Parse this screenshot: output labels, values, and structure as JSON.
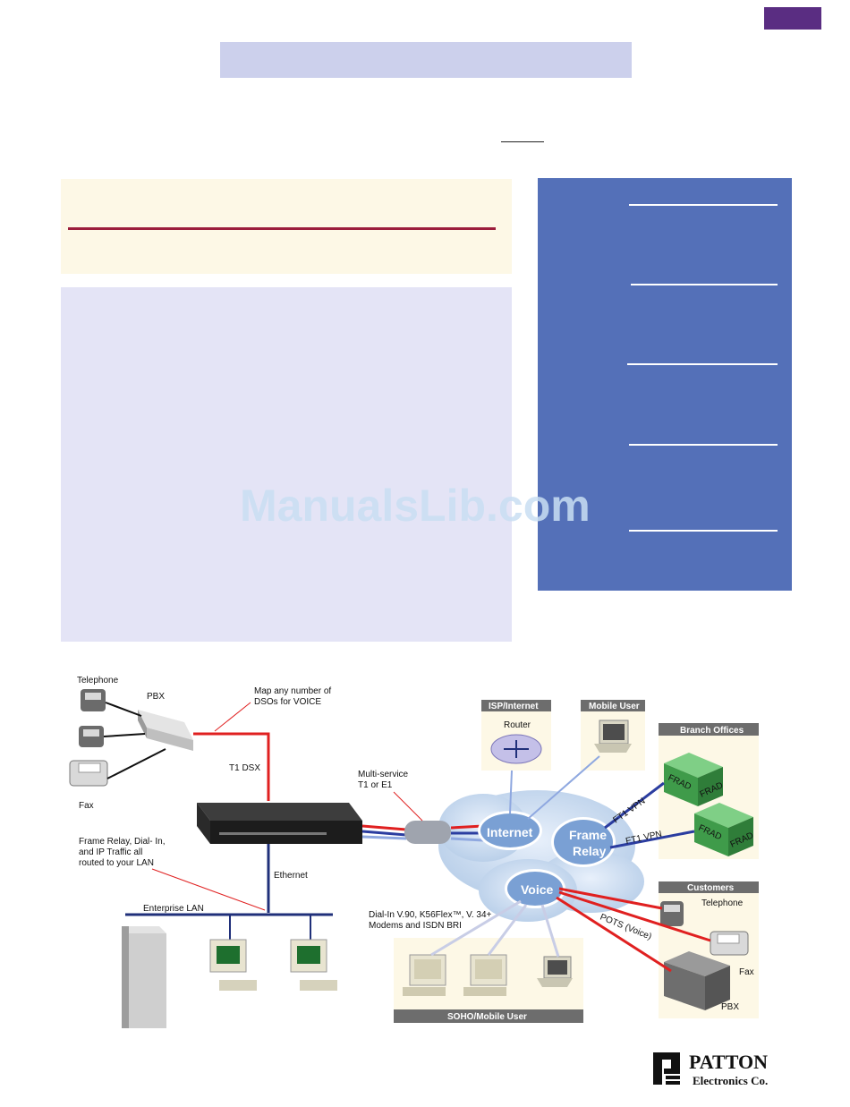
{
  "watermark": "ManualsLib.com",
  "diagram": {
    "telephone": "Telephone",
    "pbx": "PBX",
    "fax": "Fax",
    "map_ds0": [
      "Map any number of",
      "DSOs for VOICE"
    ],
    "t1dsx": "T1 DSX",
    "multiservice": [
      "Multi-service",
      "T1 or E1"
    ],
    "frame_relay_note": [
      "Frame Relay, Dial- In,",
      "and IP Traffic all",
      "routed to your LAN"
    ],
    "ethernet": "Ethernet",
    "enterprise_lan": "Enterprise LAN",
    "isp_header": "ISP/Internet",
    "router": "Router",
    "mobile_header": "Mobile User",
    "branch_header": "Branch Offices",
    "frad": "FRAD",
    "ft1_vpn": "FT1 VPN",
    "cloud_internet": "Internet",
    "cloud_frame": "Frame",
    "cloud_relay": "Relay",
    "cloud_voice": "Voice",
    "dialin_note": [
      "Dial-In V.90, K56Flex™, V. 34+",
      "Modems and ISDN BRI"
    ],
    "customers_header": "Customers",
    "cust_telephone": "Telephone",
    "cust_fax": "Fax",
    "cust_pbx": "PBX",
    "pots": "POTS (Voice)",
    "soho_header": "SOHO/Mobile User"
  },
  "logo": {
    "line1": "PATTON",
    "line2": "Electronics Co."
  },
  "colors": {
    "corner_tab": "#5a2d82",
    "banner": "#ccd0ec",
    "intro_bg": "#fdf8e6",
    "intro_rule": "#9b1d3c",
    "body_bg": "#e4e4f6",
    "sidebar_bg": "#5470b8"
  }
}
